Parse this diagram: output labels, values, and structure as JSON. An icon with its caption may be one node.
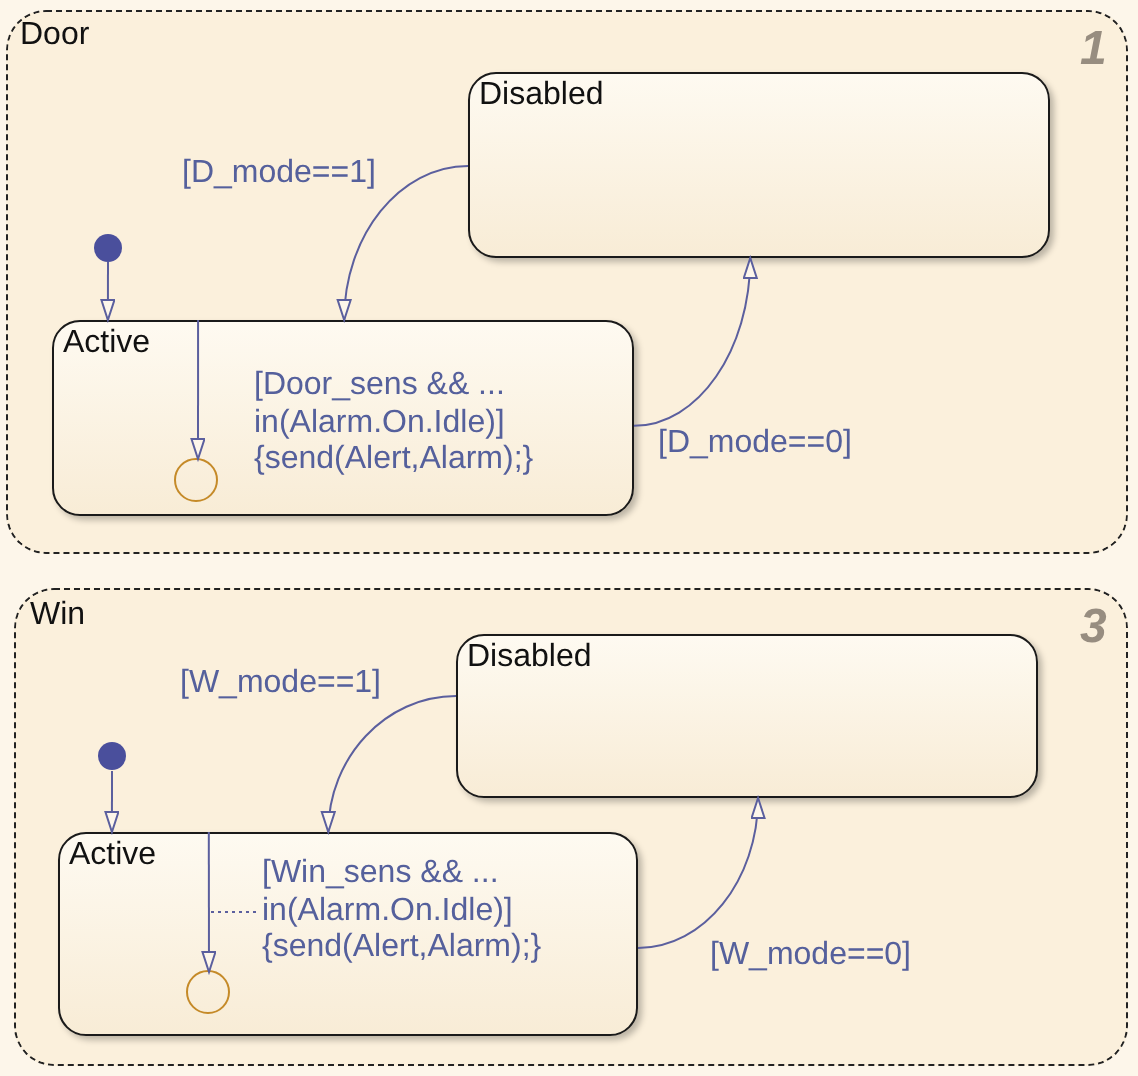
{
  "diagram": {
    "nodes": [
      {
        "text": [
          "Door",
          "1"
        ]
      },
      {
        "text": [
          "Disabled"
        ],
        "in": 0
      },
      {
        "text": [],
        "shape": "circle",
        "in": 0
      },
      {
        "text": [
          "Active"
        ],
        "in": 0
      },
      {
        "text": [],
        "shape": "circle",
        "in": 3
      },
      {
        "text": [
          "Win",
          "3"
        ]
      },
      {
        "text": [
          "Disabled"
        ],
        "in": 5
      },
      {
        "text": [],
        "shape": "circle",
        "in": 5
      },
      {
        "text": [
          "Active"
        ],
        "in": 5
      },
      {
        "text": [],
        "shape": "circle",
        "in": 8
      }
    ],
    "edges": [
      {
        "from": 2,
        "to": 3,
        "arrow": "to"
      },
      {
        "from": 1,
        "to": 3,
        "arrow": "to",
        "label": "[D_mode==1]"
      },
      {
        "from": 3,
        "to": 1,
        "arrow": "to",
        "label": "[D_mode==0]"
      },
      {
        "from": 3,
        "to": 4,
        "arrow": "to",
        "label": "[Door_sens && ... in(Alarm.On.Idle)] {send(Alert,Alarm);}"
      },
      {
        "from": 7,
        "to": 8,
        "arrow": "to"
      },
      {
        "from": 6,
        "to": 8,
        "arrow": "to",
        "label": "[W_mode==1]"
      },
      {
        "from": 8,
        "to": 6,
        "arrow": "to",
        "label": "[W_mode==0]"
      },
      {
        "from": 8,
        "to": 9,
        "arrow": "to",
        "label": "[Win_sens && ... in(Alarm.On.Idle)] {send(Alert,Alarm);}"
      }
    ]
  }
}
